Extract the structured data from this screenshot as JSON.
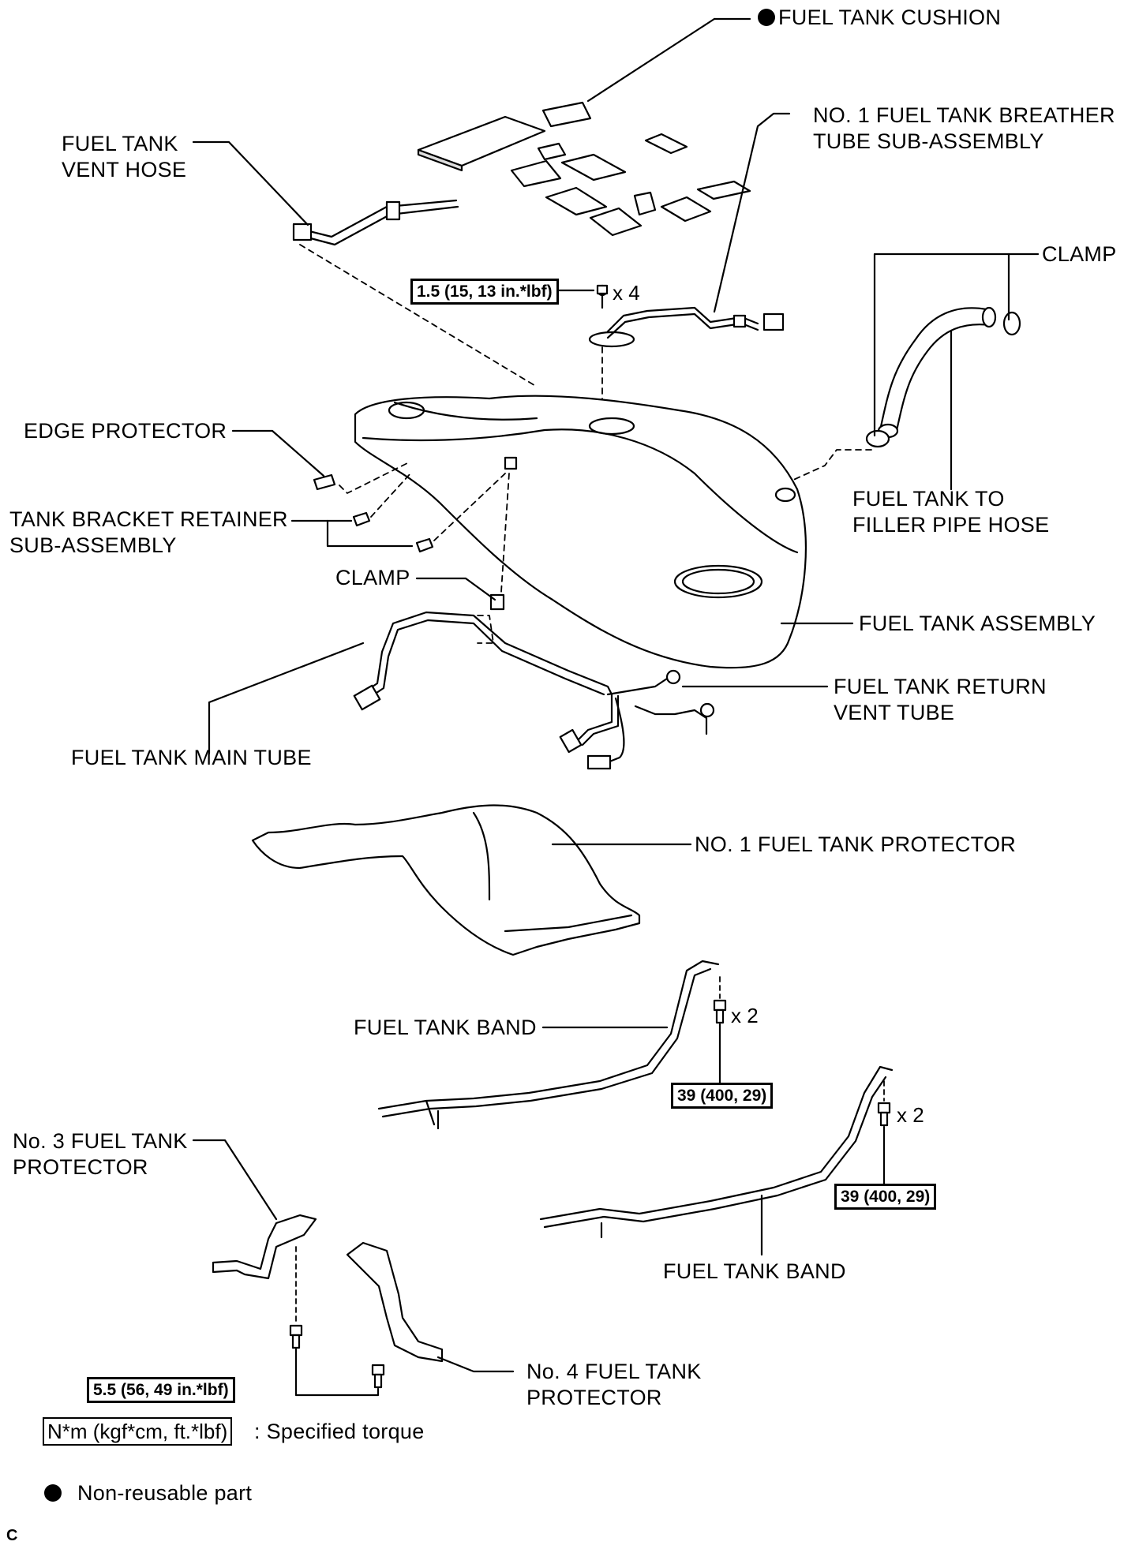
{
  "labels": {
    "fuel_tank_cushion": "FUEL TANK CUSHION",
    "breather_tube": "NO. 1 FUEL TANK BREATHER\nTUBE SUB-ASSEMBLY",
    "vent_hose": "FUEL TANK\nVENT HOSE",
    "clamp_top": "CLAMP",
    "edge_protector": "EDGE PROTECTOR",
    "bracket_retainer": "TANK BRACKET RETAINER\nSUB-ASSEMBLY",
    "filler_pipe_hose": "FUEL TANK TO\nFILLER PIPE HOSE",
    "clamp_mid": "CLAMP",
    "fuel_tank_assembly": "FUEL TANK ASSEMBLY",
    "return_vent_tube": "FUEL TANK RETURN\nVENT TUBE",
    "main_tube": "FUEL TANK MAIN TUBE",
    "protector_1": "NO. 1 FUEL TANK PROTECTOR",
    "band_1": "FUEL TANK BAND",
    "protector_3": "No. 3 FUEL TANK\nPROTECTOR",
    "band_2": "FUEL TANK BAND",
    "protector_4": "No. 4 FUEL TANK\nPROTECTOR"
  },
  "torques": {
    "breather_bolts": "1.5 (15, 13 in.*lbf)",
    "band_1_bolts": "39 (400, 29)",
    "band_2_bolts": "39 (400, 29)",
    "protector_bolts": "5.5 (56, 49 in.*lbf)"
  },
  "quantities": {
    "breather_bolts": "x 4",
    "band_1_bolts": "x 2",
    "band_2_bolts": "x 2"
  },
  "legend": {
    "torque_units": "N*m (kgf*cm, ft.*lbf)",
    "torque_desc": ": Specified torque",
    "non_reusable": "Non-reusable part"
  },
  "corner_code": "C"
}
